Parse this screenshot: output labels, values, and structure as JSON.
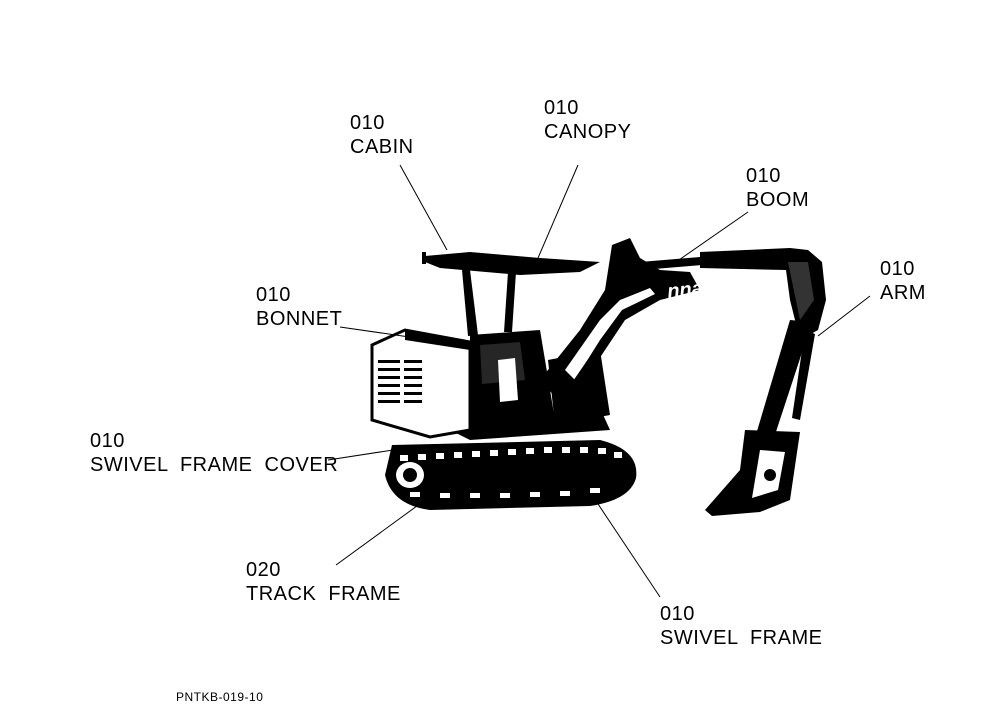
{
  "labels": {
    "cabin": {
      "code": "010",
      "name": "CABIN"
    },
    "canopy": {
      "code": "010",
      "name": "CANOPY"
    },
    "boom": {
      "code": "010",
      "name": "BOOM"
    },
    "arm": {
      "code": "010",
      "name": "ARM"
    },
    "bonnet": {
      "code": "010",
      "name": "BONNET"
    },
    "swivel_frame_cover": {
      "code": "010",
      "name": "SWIVEL  FRAME  COVER"
    },
    "track_frame": {
      "code": "020",
      "name": "TRACK  FRAME"
    },
    "swivel_frame": {
      "code": "010",
      "name": "SWIVEL  FRAME"
    }
  },
  "machine_decal": "nna",
  "document_code": "PNTKB-019-10"
}
